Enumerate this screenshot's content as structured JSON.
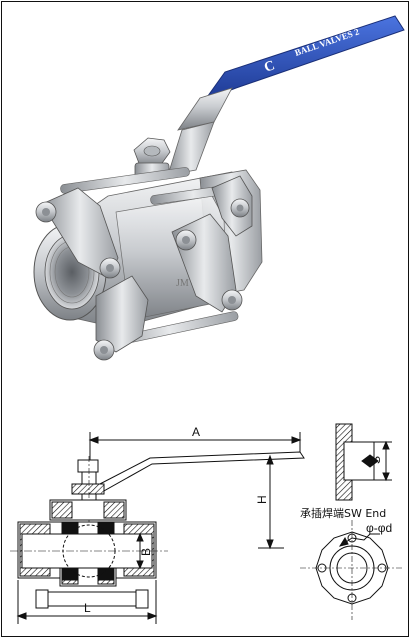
{
  "product_photo": {
    "handle_text": "BALL VALVES 2",
    "logo_text": "C",
    "body_mark": "JM"
  },
  "drawing": {
    "dim_a": "A",
    "dim_h": "H",
    "dim_b": "B",
    "dim_l": "L",
    "dim_s": "S",
    "dim_phi": "φ-φd",
    "sw_end_caption": "承插焊端SW End"
  },
  "colors": {
    "handle_blue": "#2b4fb8",
    "steel": "#c8cbce",
    "hatch": "#111111"
  }
}
